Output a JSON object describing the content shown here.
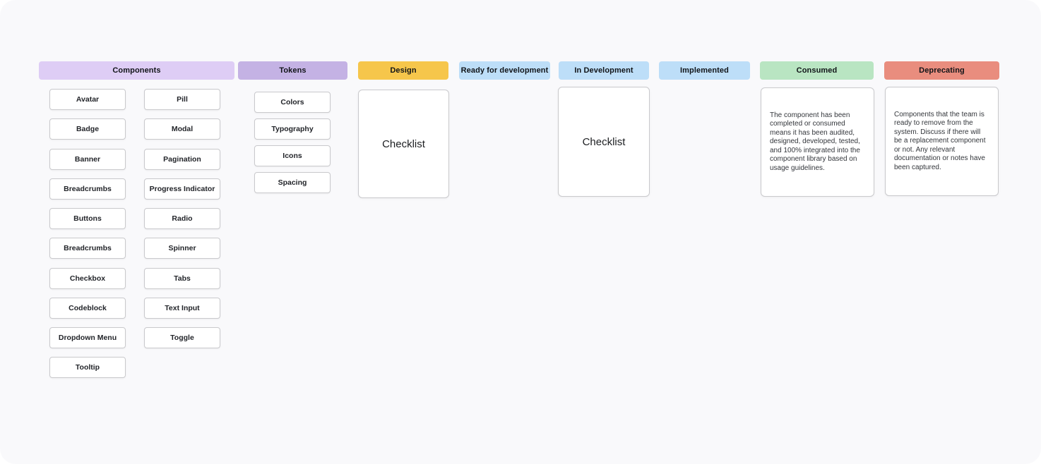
{
  "board": {
    "background_color": "#F9F9FB"
  },
  "columns": [
    {
      "label": "Components",
      "header_color": "#DECDF5",
      "cards_col1": [
        "Avatar",
        "Badge",
        "Banner",
        "Breadcrumbs",
        "Buttons",
        "Breadcrumbs",
        "Checkbox",
        "Codeblock",
        "Dropdown Menu",
        "Tooltip"
      ],
      "cards_col2": [
        "Pill",
        "Modal",
        "Pagination",
        "Progress Indicator",
        "Radio",
        "Spinner",
        "Tabs",
        "Text Input",
        "Toggle"
      ]
    },
    {
      "label": "Tokens",
      "header_color": "#C4B2E4",
      "cards": [
        "Colors",
        "Typography",
        "Icons",
        "Spacing"
      ]
    },
    {
      "label": "Design",
      "header_color": "#F6C64B",
      "card_label": "Checklist"
    },
    {
      "label": "Ready for development",
      "header_color": "#BDDEF8"
    },
    {
      "label": "In Development",
      "header_color": "#BDDEF8",
      "card_label": "Checklist"
    },
    {
      "label": "Implemented",
      "header_color": "#BDDEF8"
    },
    {
      "label": "Consumed",
      "header_color": "#B9E5C2",
      "note": "The component has been completed or consumed means it has been audited, designed, developed, tested, and 100% integrated into the component library based on usage guidelines."
    },
    {
      "label": "Deprecating",
      "header_color": "#E98D7E",
      "note": "Components that the team is ready to remove from the system. Discuss if there will be a replacement component or not. Any relevant documentation or notes have been captured."
    }
  ]
}
